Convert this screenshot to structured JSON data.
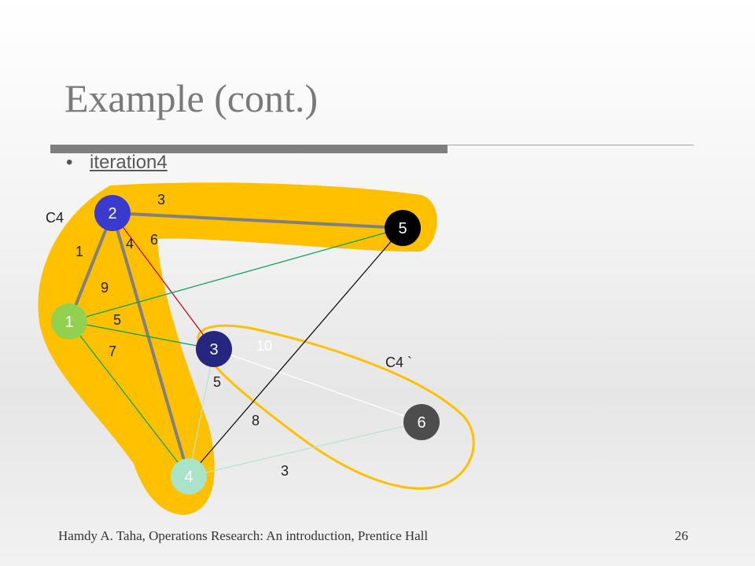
{
  "slide": {
    "title": "Example (cont.)",
    "bullet": "iteration4",
    "footer": "Hamdy A. Taha, Operations Research: An introduction, Prentice Hall",
    "page_number": "26"
  },
  "graph": {
    "cluster_labels": {
      "c4": "C4",
      "c4_prime": "C4 `"
    },
    "nodes": [
      {
        "id": "1",
        "label": "1",
        "color": "#92d050"
      },
      {
        "id": "2",
        "label": "2",
        "color": "#3a3acf"
      },
      {
        "id": "3",
        "label": "3",
        "color": "#262680"
      },
      {
        "id": "4",
        "label": "4",
        "color": "#a9e3c8"
      },
      {
        "id": "5",
        "label": "5",
        "color": "#000000"
      },
      {
        "id": "6",
        "label": "6",
        "color": "#4d4d4d"
      }
    ],
    "edges": [
      {
        "from": "1",
        "to": "2",
        "weight": "1",
        "color": "#808080",
        "thick": true
      },
      {
        "from": "2",
        "to": "5",
        "weight": "3",
        "color": "#808080",
        "thick": true
      },
      {
        "from": "2",
        "to": "4",
        "weight": "4",
        "color": "#808080",
        "thick": true
      },
      {
        "from": "2",
        "to": "3",
        "weight": "6",
        "color": "#c00000",
        "thick": false
      },
      {
        "from": "1",
        "to": "5",
        "weight": "9",
        "color": "#00a050",
        "thick": false
      },
      {
        "from": "1",
        "to": "3",
        "weight": "5",
        "color": "#00a050",
        "thick": false
      },
      {
        "from": "1",
        "to": "4",
        "weight": "7",
        "color": "#00a050",
        "thick": false
      },
      {
        "from": "3",
        "to": "6",
        "weight": "10",
        "color": "#ffffff",
        "thick": false
      },
      {
        "from": "3",
        "to": "4",
        "weight": "5",
        "color": "#b3e6cc",
        "thick": false
      },
      {
        "from": "5",
        "to": "4",
        "weight": "8",
        "color": "#000000",
        "thick": false
      },
      {
        "from": "4",
        "to": "6",
        "weight": "3",
        "color": "#b3e6cc",
        "thick": false
      }
    ],
    "highlight_color": "#ffc000"
  }
}
